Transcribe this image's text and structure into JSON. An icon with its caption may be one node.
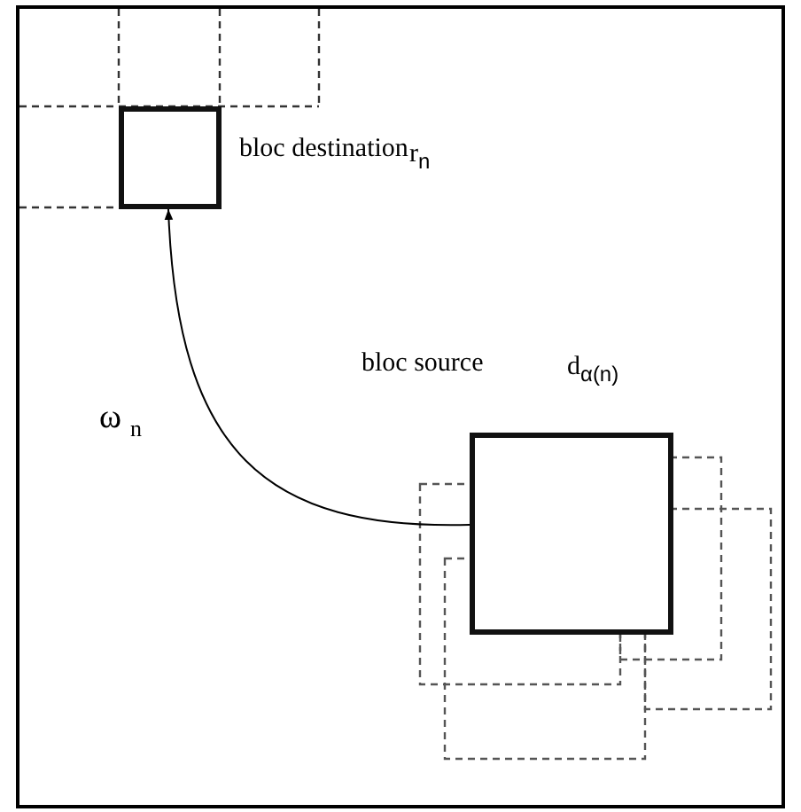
{
  "diagram": {
    "nodes": [
      {
        "text": [],
        "shape": "box",
        "beside": [
          "bloc destination",
          "r$_{n}$"
        ]
      },
      {
        "text": [],
        "shape": "box",
        "beside": [
          "bloc source",
          "d$_{α(n)}$"
        ]
      }
    ],
    "edges": [
      {
        "from": 1,
        "to": 0,
        "arrow": "to",
        "label": "ω$_{n}$"
      }
    ]
  }
}
